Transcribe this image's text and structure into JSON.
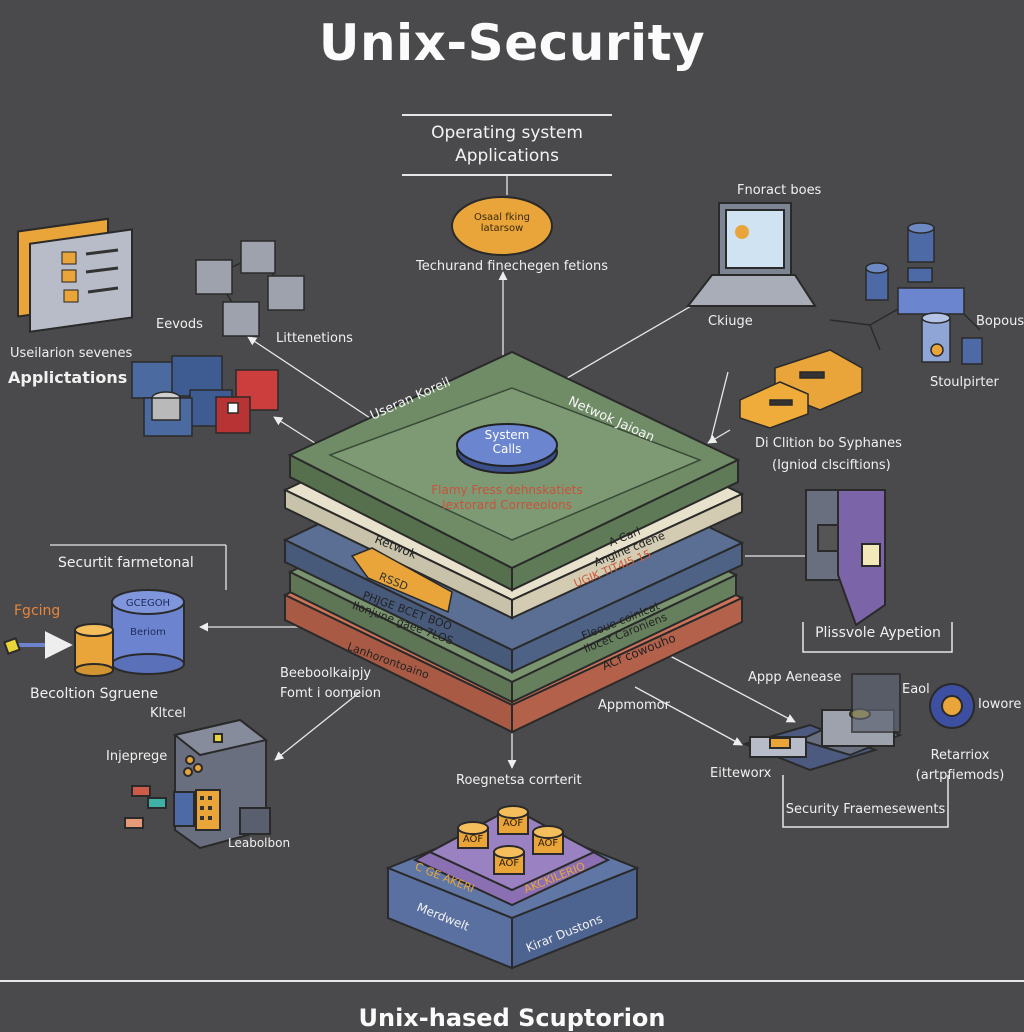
{
  "title": "Unix-Security",
  "header": {
    "line1": "Operating system",
    "line2": "Applications"
  },
  "center_top": {
    "oval_text": "Osaal fking\nlatarsow",
    "caption": "Techurand finechegen fetions"
  },
  "left_top": {
    "label_a": "Eevods",
    "label_b": "Littenetions",
    "label_c": "Useilarion sevenes",
    "label_d": "Applictations"
  },
  "right_top": {
    "label_a": "Fnoract boes",
    "label_b": "Ckiuge",
    "label_c": "Bopous",
    "label_d": "Stoulpirter",
    "label_e": "Di Clition bo Syphanes",
    "label_f": "(Igniod clsciftions)"
  },
  "stack": {
    "layer_top_left": "Useran Koreil",
    "layer_top_right": "Netwok Jaioan",
    "system_calls": "System\nCalls",
    "red_text": "Flamy Fress dehnskatiets\nIextorard Correeolons",
    "layer2_left": "Retwok",
    "layer2_right": "A Carl\nAngine cdehe",
    "badge": "RSSD",
    "layer3_red": "UGIK TIT4I5 15",
    "layer4_left": "PHJGE BCET BOO\nIlonjune gaee 7LOS",
    "layer4_left2": "Lanhorontoaino",
    "layer4_right": "Fleoue coinlcat\nIlocet Caroniens",
    "layer4_right2": "ACf cowouho"
  },
  "left_mid": {
    "box_label": "Securtit farmetonal",
    "tag": "Fgcing",
    "cyl_text1": "GCEGOH",
    "cyl_text2": "Beriom",
    "caption": "Becoltion Sgruene",
    "label_a": "Beeboolkaipjy",
    "label_b": "Fomt i oomeion"
  },
  "right_mid": {
    "caption": "Plissvole Aypetion"
  },
  "bottom_left": {
    "label_a": "Kltcel",
    "label_b": "Injeprege",
    "label_c": "Leabolbon"
  },
  "bottom_center": {
    "caption": "Roegnetsa  corrterit",
    "chip": "AOF",
    "side_left": "Merdwelt",
    "side_right": "Kirar Dustons",
    "top_left": "C GE AKERI",
    "top_right": "AKCKILERIO"
  },
  "bottom_right": {
    "label_a": "Appp Aenease",
    "label_b": "Appmomor",
    "label_c": "Eaol",
    "label_d": "Iowore",
    "label_e": "Retarriox\n(artpfiemods)",
    "label_f": "Eitteworx",
    "box_label": "Security Fraemesewents"
  },
  "footer": {
    "title": "Unix-hased Scuptorion"
  },
  "colors": {
    "background": "#4a4a4c",
    "green_layer": "#6f8c66",
    "cream_layer": "#e8e2cc",
    "blue_layer": "#5a6f93",
    "orange_layer": "#cf7359",
    "accent_gold": "#e9a53a"
  }
}
